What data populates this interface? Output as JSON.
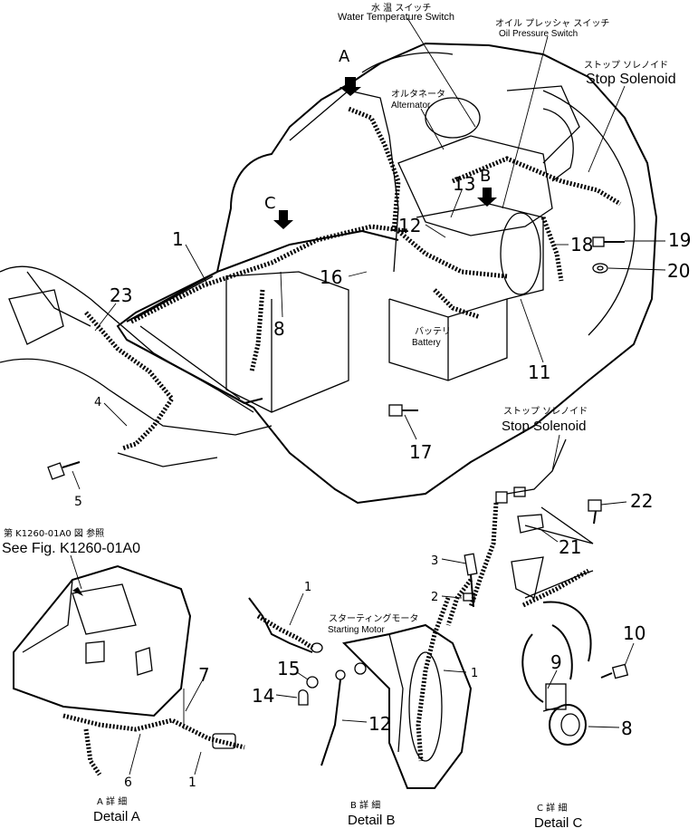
{
  "callouts": {
    "water_temp_jp": "水 温 スイッチ",
    "water_temp_en": "Water Temperature Switch",
    "oil_pressure_jp": "オイル プレッシャ スイッチ",
    "oil_pressure_en": "Oil Pressure Switch",
    "stop_solenoid_jp_top": "ストップ ソレノイド",
    "stop_solenoid_en_top": "Stop Solenoid",
    "alternator_jp": "オルタネータ",
    "alternator_en": "Alternator",
    "battery_jp": "バッテリ",
    "battery_en": "Battery",
    "stop_solenoid_jp_mid": "ストップ ソレノイド",
    "stop_solenoid_en_mid": "Stop Solenoid",
    "see_fig_jp": "第 K1260-01A0 図 参照",
    "see_fig_en": "See Fig. K1260-01A0",
    "starting_motor_jp": "スターティングモータ",
    "starting_motor_en": "Starting Motor"
  },
  "view_letters": {
    "a": "A",
    "b": "B",
    "c": "C"
  },
  "part_numbers": {
    "p1": "1",
    "p1b": "1",
    "p1c": "1",
    "p1d": "1",
    "p2": "2",
    "p3": "3",
    "p4": "4",
    "p5": "5",
    "p6": "6",
    "p7": "7",
    "p8a": "8",
    "p8b": "8",
    "p9": "9",
    "p10": "10",
    "p11": "11",
    "p12a": "12",
    "p12b": "12",
    "p13": "13",
    "p14": "14",
    "p15": "15",
    "p16": "16",
    "p17": "17",
    "p18": "18",
    "p19": "19",
    "p20": "20",
    "p21": "21",
    "p22": "22",
    "p23": "23"
  },
  "details": {
    "a_jp": "A 詳 細",
    "a_en": "Detail A",
    "b_jp": "B 詳 細",
    "b_en": "Detail B",
    "c_jp": "C 詳 細",
    "c_en": "Detail C"
  }
}
